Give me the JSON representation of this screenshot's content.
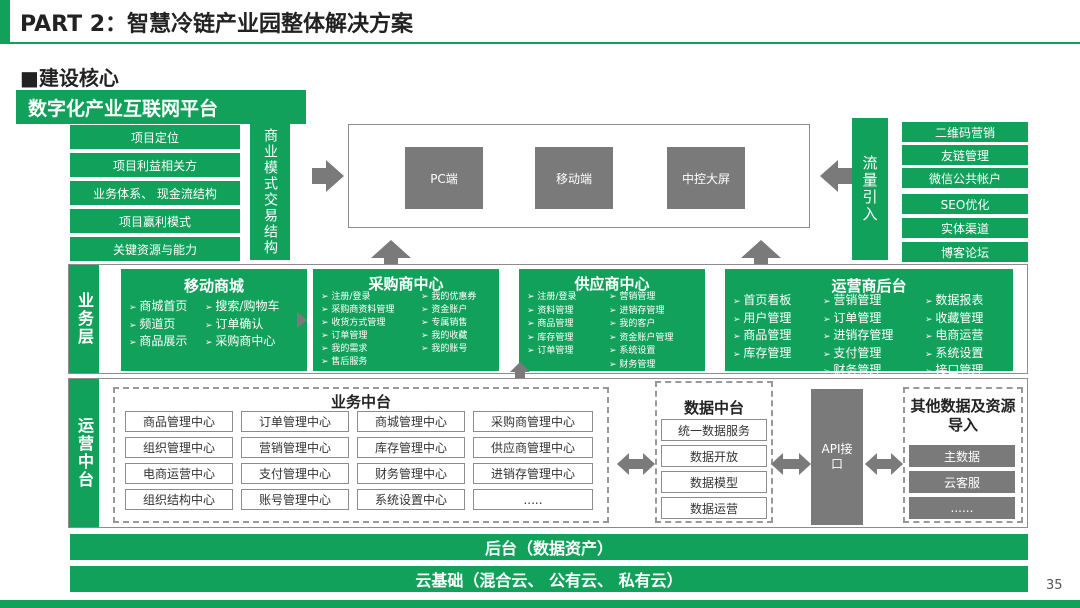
{
  "header": {
    "title": "PART 2：智慧冷链产业园整体解决方案"
  },
  "section_title": "■建设核心",
  "platform_title": "数字化产业互联网平台",
  "business_model": {
    "items": [
      "项目定位",
      "项目利益相关方",
      "业务体系、 现金流结构",
      "项目赢利模式",
      "关键资源与能力"
    ],
    "label": "商业模式交易结构"
  },
  "endpoints": [
    "PC端",
    "移动端",
    "中控大屏"
  ],
  "traffic": {
    "label": "流量引入",
    "items": [
      "二维码营销",
      "友链管理",
      "微信公共帐户",
      "SEO优化",
      "实体渠道",
      "博客论坛"
    ]
  },
  "business_layer": {
    "label": "业务层",
    "mobile_mall": {
      "title": "移动商城",
      "col1": [
        "商城首页",
        "频道页",
        "商品展示"
      ],
      "col2": [
        "搜索/购物车",
        "订单确认",
        "采购商中心"
      ]
    },
    "purchaser": {
      "title": "采购商中心",
      "col1": [
        "注册/登录",
        "采购商资料管理",
        "收货方式管理",
        "订单管理",
        "我的需求",
        "售后服务"
      ],
      "col2": [
        "我的优惠券",
        "资金账户",
        "专属销售",
        "我的收藏",
        "我的账号"
      ]
    },
    "supplier": {
      "title": "供应商中心",
      "col1": [
        "注册/登录",
        "资料管理",
        "商品管理",
        "库存管理",
        "订单管理"
      ],
      "col2": [
        "营销管理",
        "进销存管理",
        "我的客户",
        "资金账户管理",
        "系统设置",
        "财务管理"
      ]
    },
    "operator": {
      "title": "运营商后台",
      "col1": [
        "首页看板",
        "用户管理",
        "商品管理",
        "库存管理"
      ],
      "col2": [
        "营销管理",
        "订单管理",
        "进销存管理",
        "支付管理",
        "财务管理"
      ],
      "col3": [
        "数据报表",
        "收藏管理",
        "电商运营",
        "系统设置",
        "接口管理"
      ]
    }
  },
  "ops_layer": {
    "label": "运营中台",
    "biz_core": {
      "title": "业务中台",
      "cells": [
        "商品管理中心",
        "订单管理中心",
        "商城管理中心",
        "采购商管理中心",
        "组织管理中心",
        "营销管理中心",
        "库存管理中心",
        "供应商管理中心",
        "电商运营中心",
        "支付管理中心",
        "财务管理中心",
        "进销存管理中心",
        "组织结构中心",
        "账号管理中心",
        "系统设置中心",
        "....."
      ]
    },
    "data_core": {
      "title": "数据中台",
      "items": [
        "统一数据服务",
        "数据开放",
        "数据模型",
        "数据运营"
      ]
    },
    "api": "API接口",
    "other": {
      "title": "其他数据及资源导入",
      "items": [
        "主数据",
        "云客服",
        "......"
      ]
    }
  },
  "backend": "后台（数据资产）",
  "cloud": "云基础（混合云、 公有云、 私有云）",
  "page_number": "35",
  "colors": {
    "primary": "#12a15b",
    "gray": "#7a7a7a"
  }
}
